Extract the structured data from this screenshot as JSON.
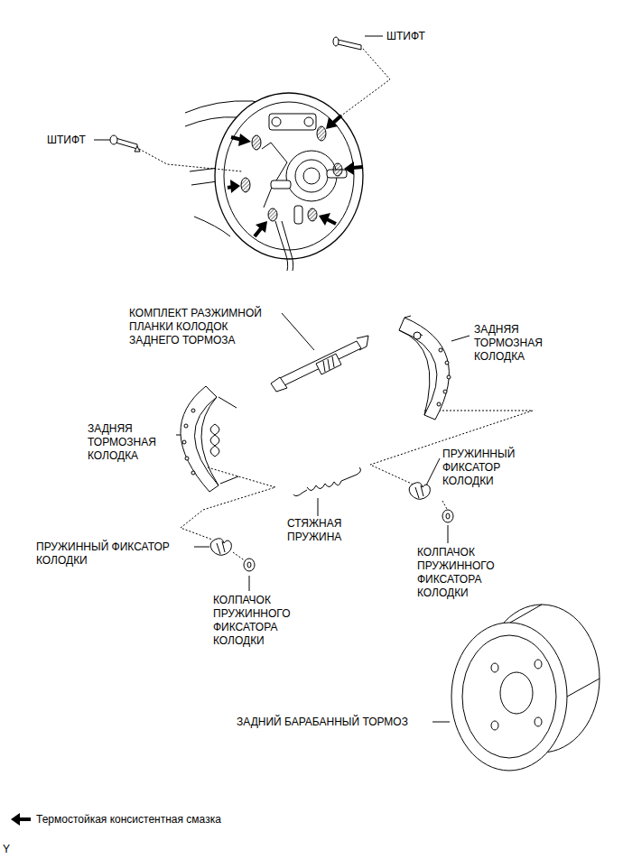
{
  "diagram": {
    "labels": [
      "ШТИФТ",
      "ШТИФТ",
      "КОМПЛЕКТ РАЗЖИМНОЙ ПЛАНКИ КОЛОДОК ЗАДНЕГО ТОРМОЗА",
      "ЗАДНЯЯ ТОРМОЗНАЯ КОЛОДКА",
      "ЗАДНЯЯ ТОРМОЗНАЯ КОЛОДКА",
      "ПРУЖИННЫЙ ФИКСАТОР КОЛОДКИ",
      "СТЯЖНАЯ ПРУЖИНА",
      "ПРУЖИННЫЙ ФИКСАТОР КОЛОДКИ",
      "КОЛПАЧОК ПРУЖИННОГО ФИКСАТОРА КОЛОДКИ",
      "КОЛПАЧОК ПРУЖИННОГО ФИКСАТОРА КОЛОДКИ",
      "ЗАДНИЙ БАРАБАННЫЙ ТОРМОЗ",
      "Y"
    ],
    "legend": [
      {
        "text": "Термостойкая консистентная смазка"
      }
    ]
  }
}
